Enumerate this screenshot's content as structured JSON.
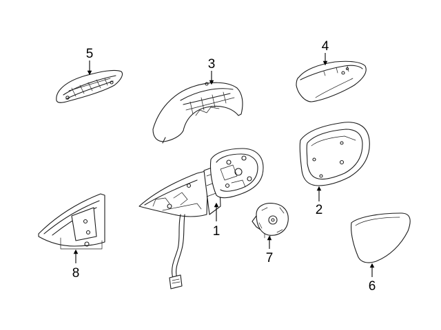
{
  "callouts": {
    "c1": "1",
    "c2": "2",
    "c3": "3",
    "c4": "4",
    "c5": "5",
    "c6": "6",
    "c7": "7",
    "c8": "8"
  },
  "parts": [
    {
      "id": "1",
      "depicts": "mirror-assembly"
    },
    {
      "id": "2",
      "depicts": "mirror-housing-frame"
    },
    {
      "id": "3",
      "depicts": "mirror-cover-housing"
    },
    {
      "id": "4",
      "depicts": "mirror-cover-cap"
    },
    {
      "id": "5",
      "depicts": "turn-signal-lamp"
    },
    {
      "id": "6",
      "depicts": "mirror-glass"
    },
    {
      "id": "7",
      "depicts": "mirror-motor"
    },
    {
      "id": "8",
      "depicts": "mirror-base-trim"
    }
  ],
  "colors": {
    "line": "#1a1a1a",
    "background": "#ffffff"
  }
}
